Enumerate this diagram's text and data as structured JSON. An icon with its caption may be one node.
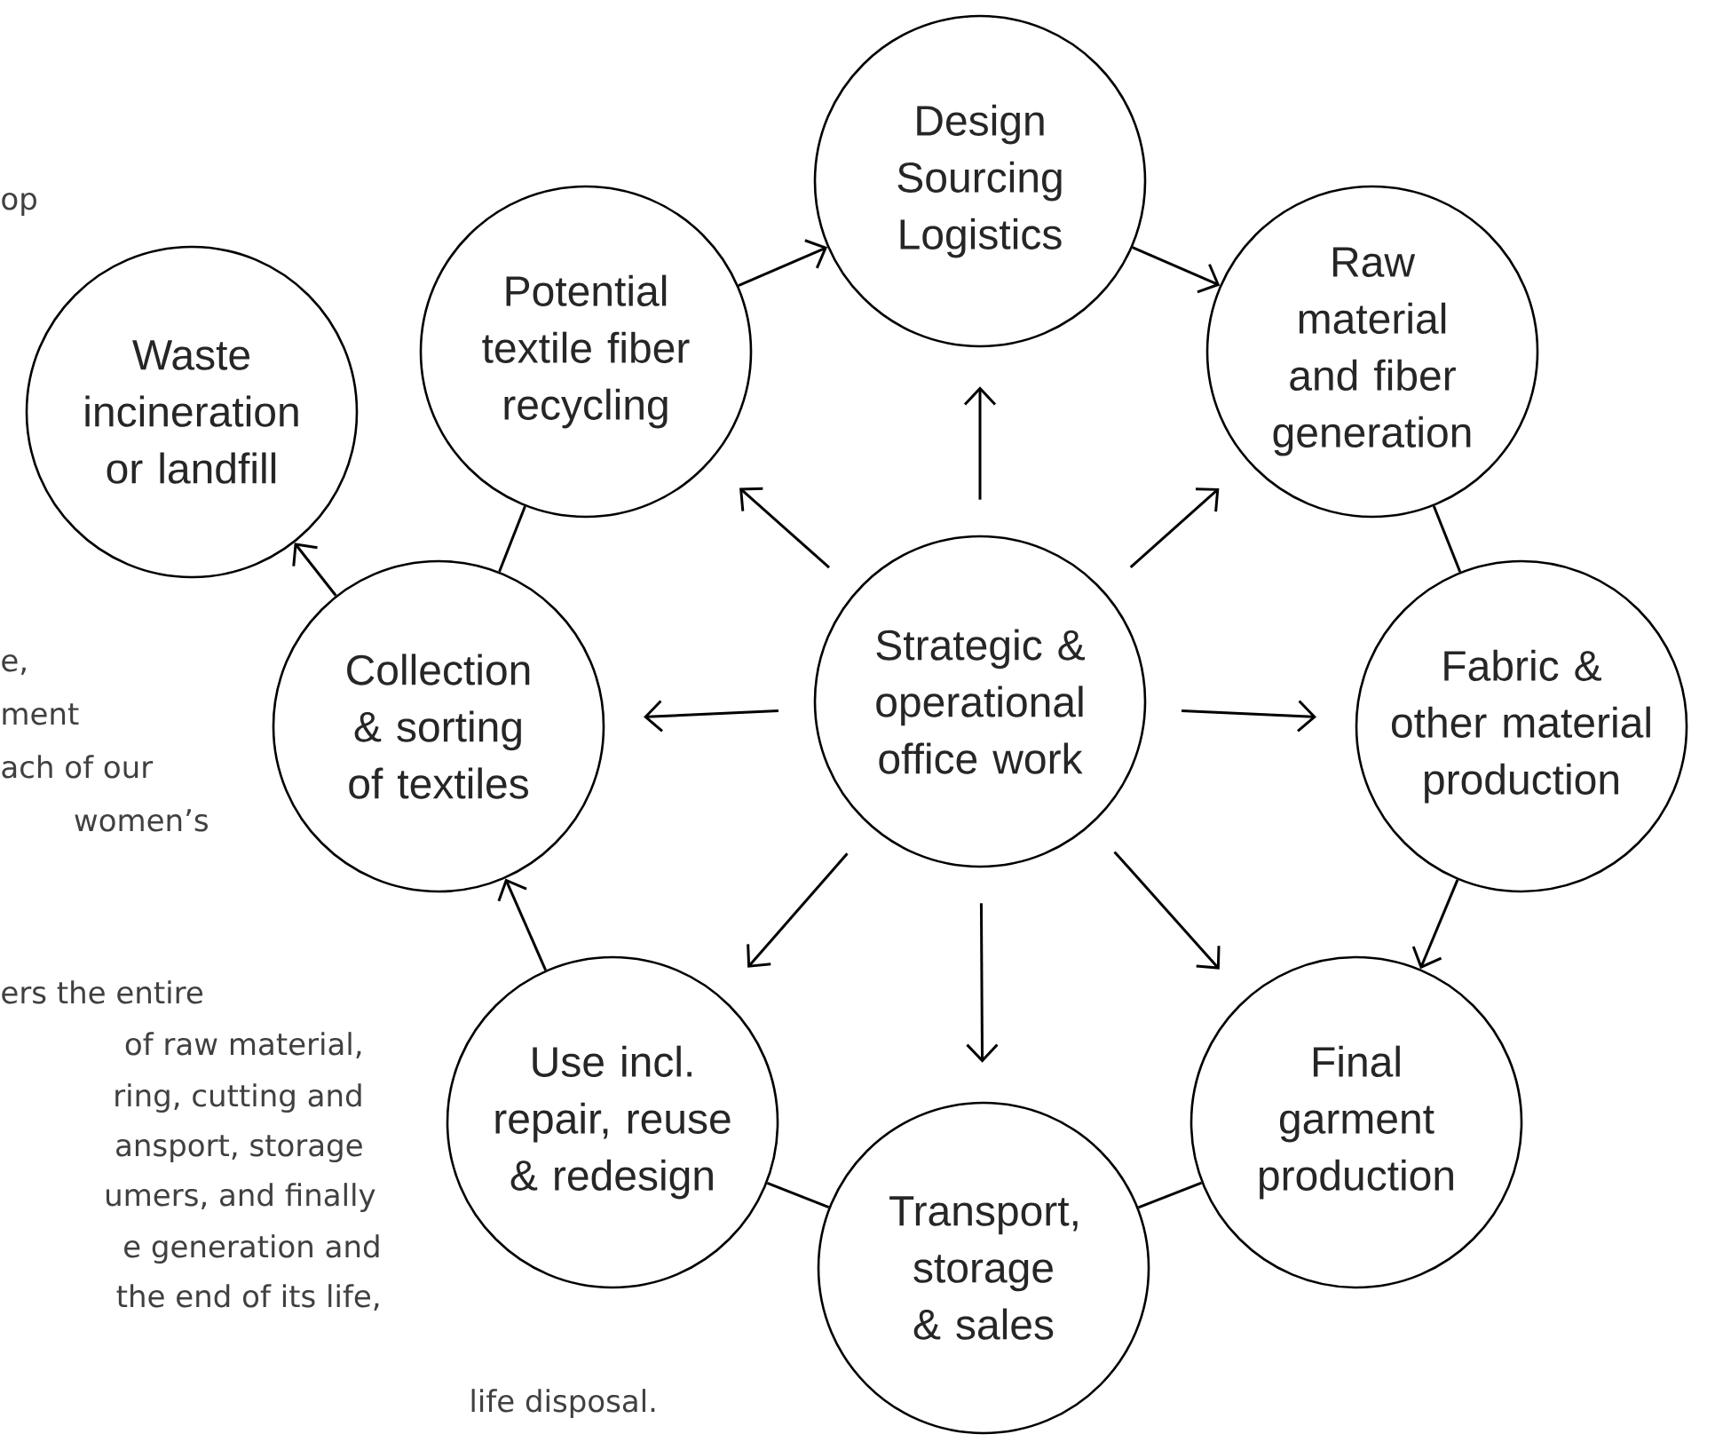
{
  "diagram": {
    "nodes": [
      {
        "text": [
          "Waste incineration or landfill"
        ]
      },
      {
        "text": [
          "Potential textile fiber recycling"
        ]
      },
      {
        "text": [
          "Design Sourcing Logistics"
        ]
      },
      {
        "text": [
          "Raw material and fiber generation"
        ]
      },
      {
        "text": [
          "Collection & sorting of textiles"
        ]
      },
      {
        "text": [
          "Strategic & operational office work"
        ]
      },
      {
        "text": [
          "Fabric & other material production"
        ]
      },
      {
        "text": [
          "Use incl. repair, reuse & redesign"
        ]
      },
      {
        "text": [
          "Transport, storage & sales"
        ]
      },
      {
        "text": [
          "Final garment production"
        ]
      }
    ],
    "edges": [
      {
        "from": 1,
        "to": 2,
        "arrow": "to"
      },
      {
        "from": 2,
        "to": 3,
        "arrow": "to"
      },
      {
        "from": 3,
        "to": 6,
        "arrow": "none"
      },
      {
        "from": 6,
        "to": 9,
        "arrow": "to"
      },
      {
        "from": 9,
        "to": 8,
        "arrow": "none"
      },
      {
        "from": 8,
        "to": 7,
        "arrow": "none"
      },
      {
        "from": 7,
        "to": 4,
        "arrow": "to"
      },
      {
        "from": 4,
        "to": 1,
        "arrow": "none"
      },
      {
        "from": 4,
        "to": 0,
        "arrow": "to"
      },
      {
        "from": 5,
        "to": 2,
        "arrow": "to"
      },
      {
        "from": 5,
        "to": 3,
        "arrow": "to"
      },
      {
        "from": 5,
        "to": 6,
        "arrow": "to"
      },
      {
        "from": 5,
        "to": 9,
        "arrow": "to"
      },
      {
        "from": 5,
        "to": 8,
        "arrow": "to"
      },
      {
        "from": 5,
        "to": 7,
        "arrow": "to"
      },
      {
        "from": 5,
        "to": 4,
        "arrow": "to"
      },
      {
        "from": 5,
        "to": 1,
        "arrow": "to"
      }
    ],
    "labels": [
      "op",
      "e,",
      "ment",
      "ach of our",
      "women’s",
      "ers the entire",
      "of raw material,",
      "ring, cutting and",
      "ansport, storage",
      "umers, and finally",
      "e generation and",
      "the end of its life,",
      "life disposal."
    ]
  }
}
